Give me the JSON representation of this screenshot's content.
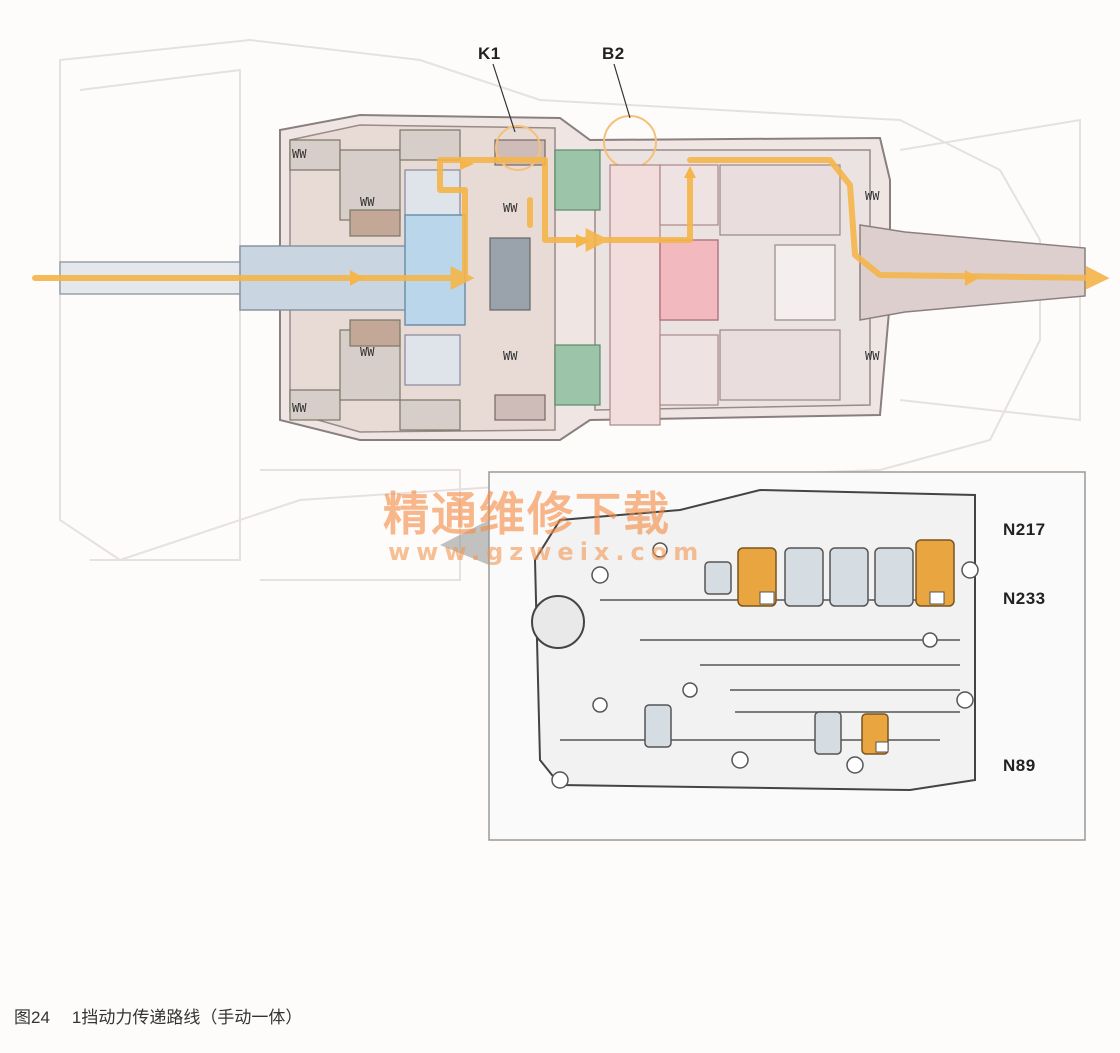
{
  "labels": {
    "k1": "K1",
    "b2": "B2",
    "n217": "N217",
    "n233": "N233",
    "n89": "N89"
  },
  "watermark": {
    "title": "精通维修下载",
    "url": "www.gzweix.com"
  },
  "caption": {
    "figure": "图24",
    "text": "1挡动力传递路线（手动一体）"
  },
  "colors": {
    "power_flow": "#f5b54a",
    "active_solenoid": "#e8a540",
    "planetary_blue": "#b9d6ea",
    "planetary_pink": "#f2b9be",
    "clutch_green": "#9cc4a8",
    "housing": "#d9c9c6"
  }
}
